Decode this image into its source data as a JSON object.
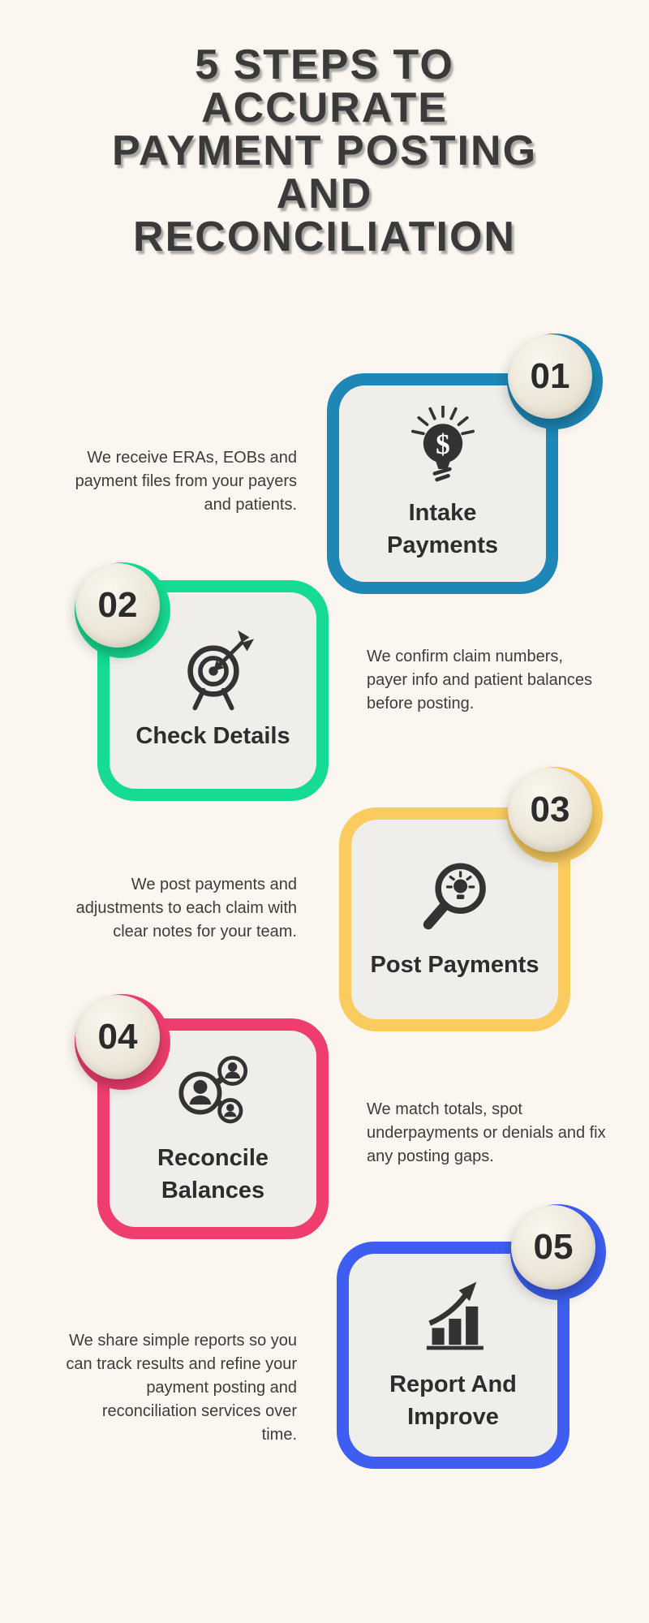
{
  "title": {
    "full_text": "5 STEPS TO ACCURATE PAYMENT POSTING AND RECONCILIATION",
    "lines": [
      "5 STEPS TO",
      "ACCURATE",
      "PAYMENT POSTING",
      "AND",
      "RECONCILIATION"
    ]
  },
  "colors": {
    "page_background": "#FBF7F0",
    "card_inner_panel": "#EFEEEA",
    "title_text": "#3A3A3A",
    "body_text": "#3C3C3C",
    "icon_dark": "#333333",
    "badge_cream": "#ECE7D9"
  },
  "steps": [
    {
      "number": "01",
      "label": "Intake Payments",
      "description": "We receive ERAs, EOBs and payment files from your payers and patients.",
      "color": "#1E87B5",
      "icon": "dollar-bulb-icon",
      "card_side": "right"
    },
    {
      "number": "02",
      "label": "Check Details",
      "description": "We confirm claim numbers, payer info and patient balances before posting.",
      "color": "#16DB92",
      "icon": "target-arrow-icon",
      "card_side": "left"
    },
    {
      "number": "03",
      "label": "Post Payments",
      "description": "We post payments and adjustments to each claim with clear notes for your team.",
      "color": "#FACC60",
      "icon": "magnifier-bulb-icon",
      "card_side": "right"
    },
    {
      "number": "04",
      "label": "Reconcile Balances",
      "description": "We match totals, spot underpayments or denials and fix any posting gaps.",
      "color": "#EF3E6E",
      "icon": "people-network-icon",
      "card_side": "left"
    },
    {
      "number": "05",
      "label": "Report And Improve",
      "description": "We share simple reports so you can track results and refine your payment posting and reconciliation services over time.",
      "color": "#3D5EF0",
      "icon": "growth-chart-icon",
      "card_side": "right"
    }
  ]
}
